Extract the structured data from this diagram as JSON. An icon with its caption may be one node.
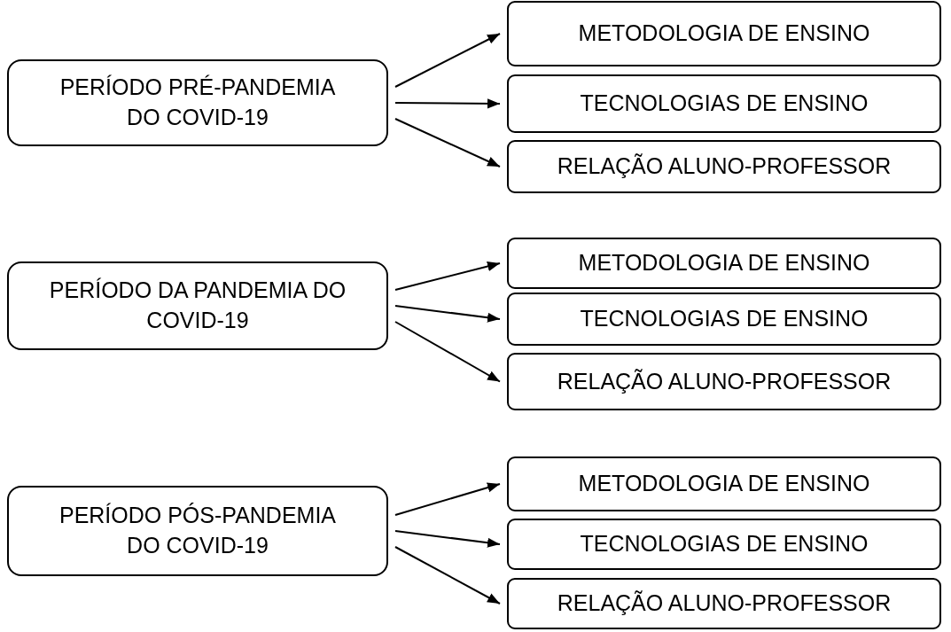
{
  "diagram": {
    "nodes": [
      {
        "text": [
          "PERÍODO PRÉ-PANDEMIA DO COVID-19"
        ]
      },
      {
        "text": [
          "METODOLOGIA DE ENSINO"
        ]
      },
      {
        "text": [
          "TECNOLOGIAS DE ENSINO"
        ]
      },
      {
        "text": [
          "RELAÇÃO ALUNO-PROFESSOR"
        ]
      },
      {
        "text": [
          "PERÍODO DA PANDEMIA DO COVID-19"
        ]
      },
      {
        "text": [
          "METODOLOGIA DE ENSINO"
        ]
      },
      {
        "text": [
          "TECNOLOGIAS DE ENSINO"
        ]
      },
      {
        "text": [
          "RELAÇÃO ALUNO-PROFESSOR"
        ]
      },
      {
        "text": [
          "PERÍODO PÓS-PANDEMIA DO COVID-19"
        ]
      },
      {
        "text": [
          "METODOLOGIA DE ENSINO"
        ]
      },
      {
        "text": [
          "TECNOLOGIAS DE ENSINO"
        ]
      },
      {
        "text": [
          "RELAÇÃO ALUNO-PROFESSOR"
        ]
      }
    ],
    "edges": [
      {
        "from": 0,
        "to": 1,
        "arrow": "to"
      },
      {
        "from": 0,
        "to": 2,
        "arrow": "to"
      },
      {
        "from": 0,
        "to": 3,
        "arrow": "to"
      },
      {
        "from": 4,
        "to": 5,
        "arrow": "to"
      },
      {
        "from": 4,
        "to": 6,
        "arrow": "to"
      },
      {
        "from": 4,
        "to": 7,
        "arrow": "to"
      },
      {
        "from": 8,
        "to": 9,
        "arrow": "to"
      },
      {
        "from": 8,
        "to": 10,
        "arrow": "to"
      },
      {
        "from": 8,
        "to": 11,
        "arrow": "to"
      }
    ]
  }
}
